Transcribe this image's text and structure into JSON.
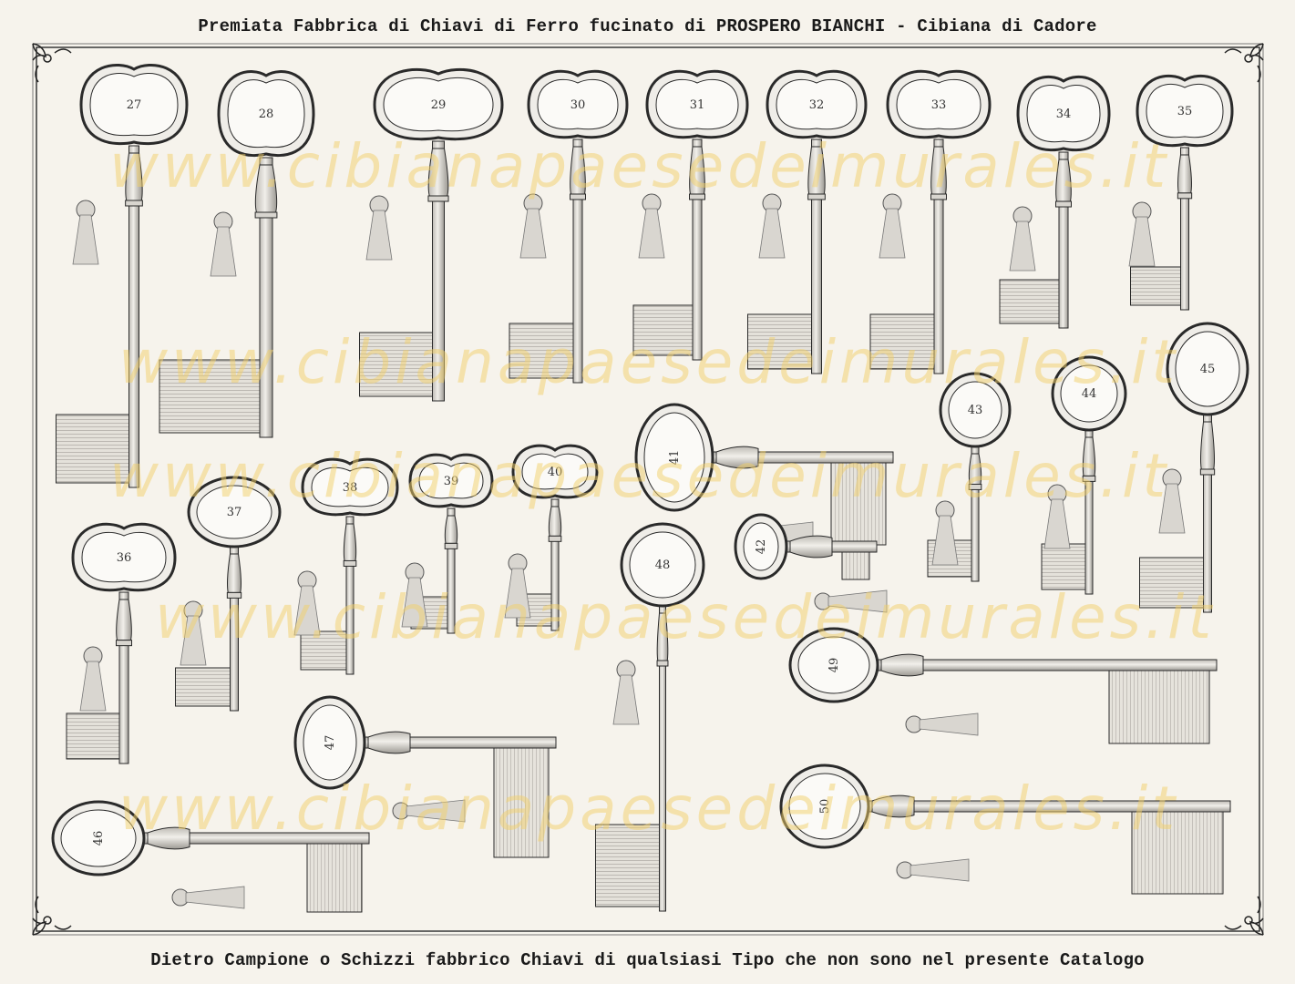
{
  "catalogue": {
    "title": "Premiata Fabbrica di Chiavi di Ferro fucinato di PROSPERO BIANCHI - Cibiana di Cadore",
    "footer": "Dietro Campione o Schizzi fabbrico Chiavi di qualsiasi Tipo che non sono nel presente Catalogo",
    "watermark": "www.cibianapaesedeimurales.it"
  },
  "keys": [
    {
      "number": "27"
    },
    {
      "number": "28"
    },
    {
      "number": "29"
    },
    {
      "number": "30"
    },
    {
      "number": "31"
    },
    {
      "number": "32"
    },
    {
      "number": "33"
    },
    {
      "number": "34"
    },
    {
      "number": "35"
    },
    {
      "number": "36"
    },
    {
      "number": "37"
    },
    {
      "number": "38"
    },
    {
      "number": "39"
    },
    {
      "number": "40"
    },
    {
      "number": "41"
    },
    {
      "number": "42"
    },
    {
      "number": "43"
    },
    {
      "number": "44"
    },
    {
      "number": "45"
    },
    {
      "number": "46"
    },
    {
      "number": "47"
    },
    {
      "number": "48"
    },
    {
      "number": "49"
    },
    {
      "number": "50"
    }
  ],
  "colors": {
    "ink": "#2a2a2a",
    "paper": "#f6f3ec",
    "watermark": "#f2cf6a",
    "bit_fill": "#d9d6d0"
  }
}
